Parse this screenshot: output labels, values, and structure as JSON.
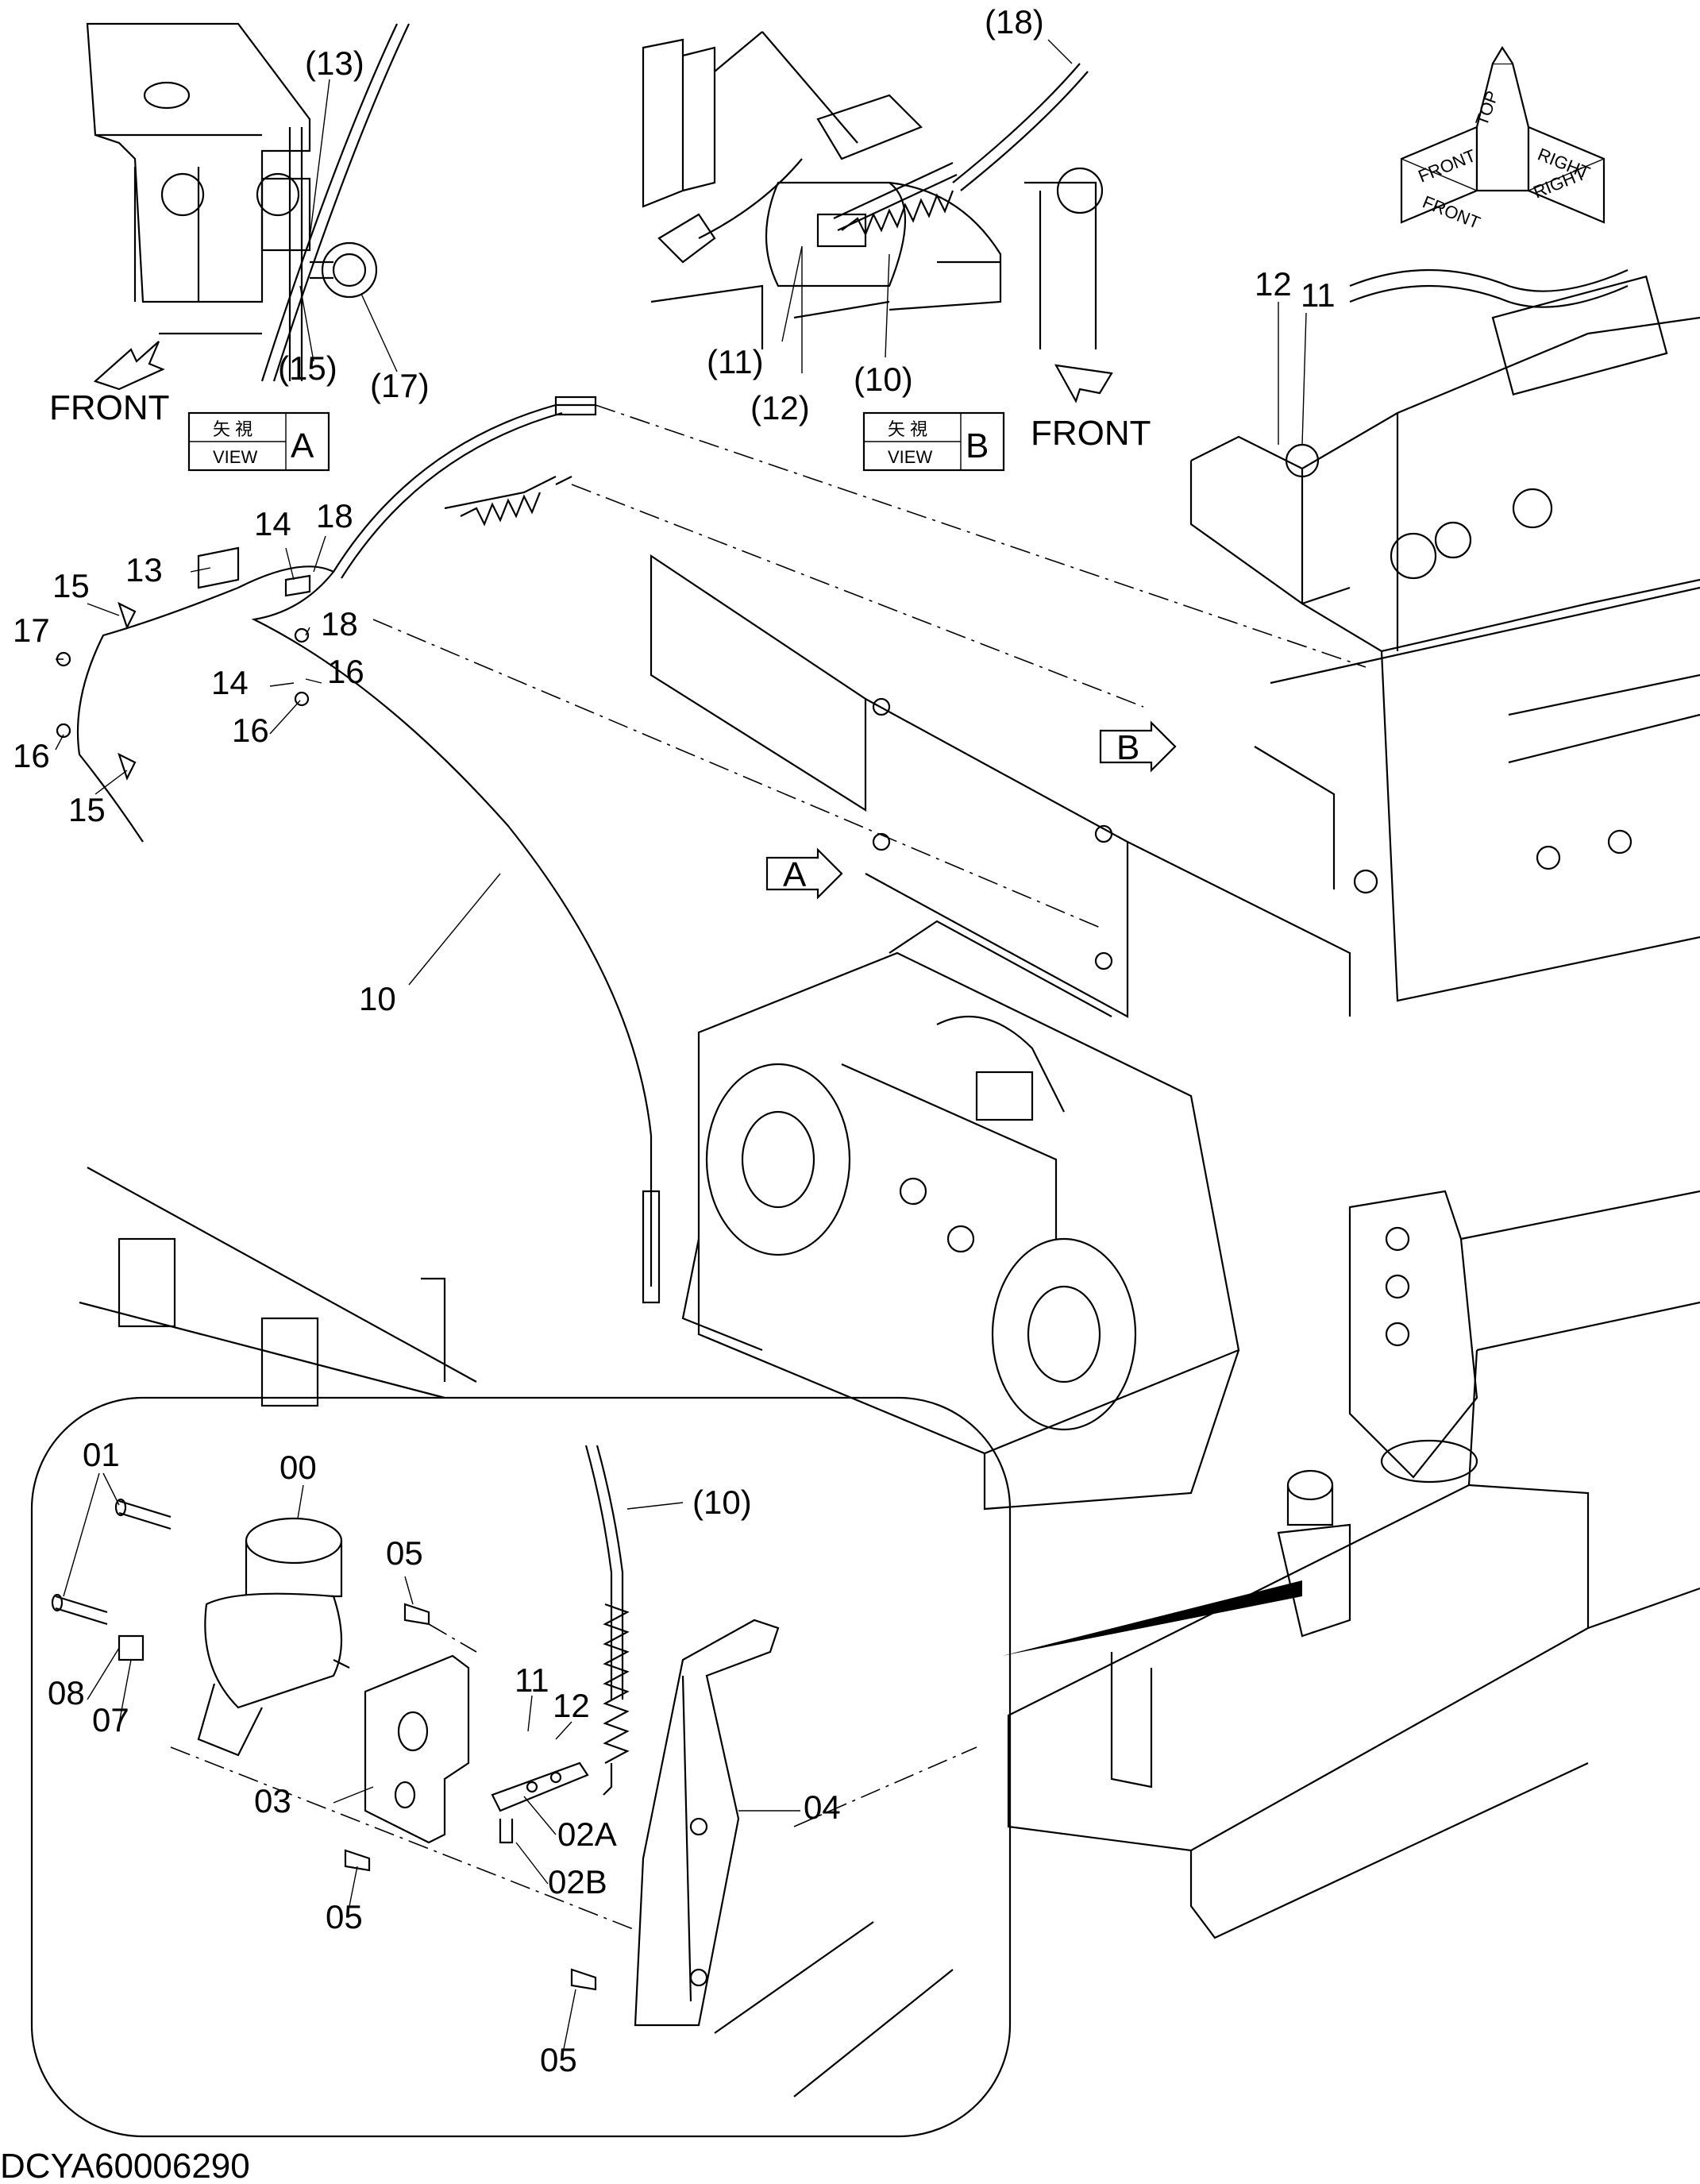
{
  "drawing_code": "DCYA60006290",
  "orientation": {
    "top": "TOP",
    "front": "FRONT",
    "right": "RIGHT"
  },
  "views": {
    "a": {
      "jp": "矢 視",
      "en": "VIEW",
      "letter": "A",
      "front": "FRONT",
      "callouts": [
        "(13)",
        "(15)",
        "(17)"
      ]
    },
    "b": {
      "jp": "矢 視",
      "en": "VIEW",
      "letter": "B",
      "front": "FRONT",
      "callouts": [
        "(18)",
        "(11)",
        "(12)",
        "(10)"
      ]
    }
  },
  "arrows": {
    "a": "A",
    "b": "B"
  },
  "main_callouts": [
    "12",
    "11",
    "14",
    "18",
    "13",
    "15",
    "17",
    "18",
    "14",
    "16",
    "16",
    "16",
    "15",
    "10"
  ],
  "detail_callouts": [
    "01",
    "00",
    "(10)",
    "05",
    "11",
    "12",
    "08",
    "07",
    "03",
    "02A",
    "04",
    "02B",
    "05",
    "05"
  ]
}
